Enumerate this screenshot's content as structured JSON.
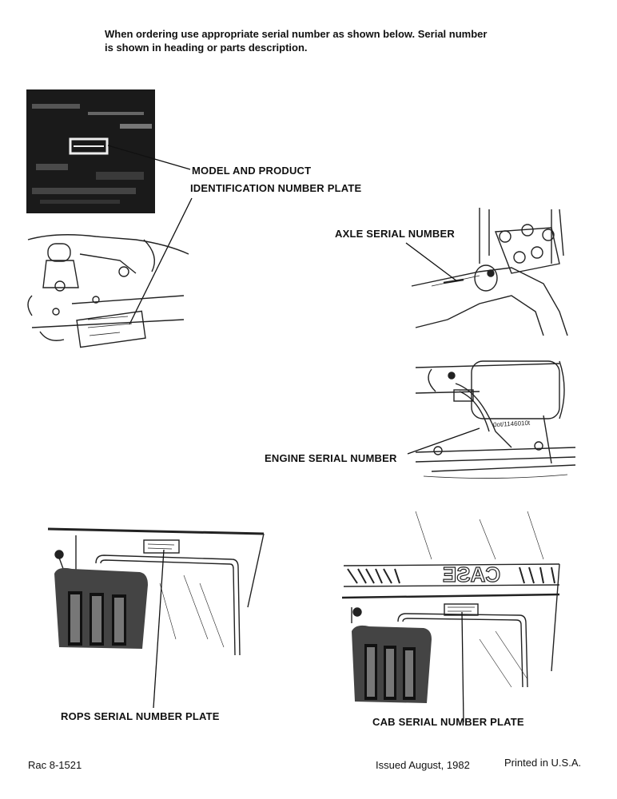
{
  "intro": {
    "line1": "When ordering use appropriate serial number as shown below. Serial number",
    "line2": "is shown in heading or parts description."
  },
  "labels": {
    "model_plate_1": "MODEL AND PRODUCT",
    "model_plate_2": "IDENTIFICATION NUMBER PLATE",
    "axle": "AXLE SERIAL NUMBER",
    "engine": "ENGINE SERIAL NUMBER",
    "rops": "ROPS SERIAL NUMBER PLATE",
    "cab": "CAB SERIAL NUMBER PLATE"
  },
  "artwork": {
    "engine_tag": "0ot/1146010t",
    "cab_brand": "CASE"
  },
  "footer": {
    "doc_number": "Rac 8-1521",
    "issued": "Issued August, 1982",
    "printed": "Printed in U.S.A."
  }
}
